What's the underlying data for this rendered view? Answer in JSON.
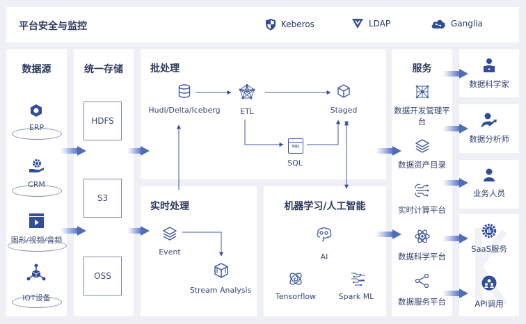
{
  "header": {
    "title": "平台安全与监控",
    "items": [
      {
        "icon": "shield-icon",
        "label": "Keberos"
      },
      {
        "icon": "ldap-icon",
        "label": "LDAP"
      },
      {
        "icon": "cloud-icon",
        "label": "Ganglia"
      }
    ]
  },
  "sources": {
    "title": "数据源",
    "items": [
      {
        "icon": "hexagon-nut-icon",
        "label": "ERP"
      },
      {
        "icon": "gear-hand-icon",
        "label": "CRM"
      },
      {
        "icon": "video-icon",
        "label": "图形/视频/音频"
      },
      {
        "icon": "iot-cube-icon",
        "label": "IOT设备"
      }
    ]
  },
  "storage": {
    "title": "统一存储",
    "items": [
      "HDFS",
      "S3",
      "OSS"
    ]
  },
  "batch": {
    "title": "批处理",
    "nodes": {
      "lake": "Hudi/Delta/Iceberg",
      "etl": "ETL",
      "staged": "Staged",
      "sql": "SQL",
      "sql_icon_text": "SQL"
    }
  },
  "realtime": {
    "title": "实时处理",
    "nodes": {
      "event": "Event",
      "stream": "Stream Analysis"
    }
  },
  "ml": {
    "title": "机器学习/人工智能",
    "nodes": {
      "ai": "AI",
      "tf": "Tensorflow",
      "spark": "Spark ML"
    }
  },
  "services": {
    "title": "服务",
    "items": [
      {
        "icon": "network-grid-icon",
        "label": "数据开发管理平台"
      },
      {
        "icon": "layers-icon",
        "label": "数据资产目录"
      },
      {
        "icon": "circuit-icon",
        "label": "实时计算平台"
      },
      {
        "icon": "atom-icon",
        "label": "数据科学平台"
      },
      {
        "icon": "share-icon",
        "label": "数据服务平台"
      }
    ]
  },
  "consumers": [
    {
      "icon": "scientist-icon",
      "label": "数据科学家"
    },
    {
      "icon": "analyst-icon",
      "label": "数据分析师"
    },
    {
      "icon": "user-icon",
      "label": "业务人员"
    },
    {
      "icon": "saas-gear-icon",
      "label": "SaaS服务"
    },
    {
      "icon": "api-icon",
      "label": "API调用"
    }
  ],
  "colors": {
    "accent": "#2f4d9a",
    "line": "#3f5898",
    "bg": "#eef0f6"
  }
}
